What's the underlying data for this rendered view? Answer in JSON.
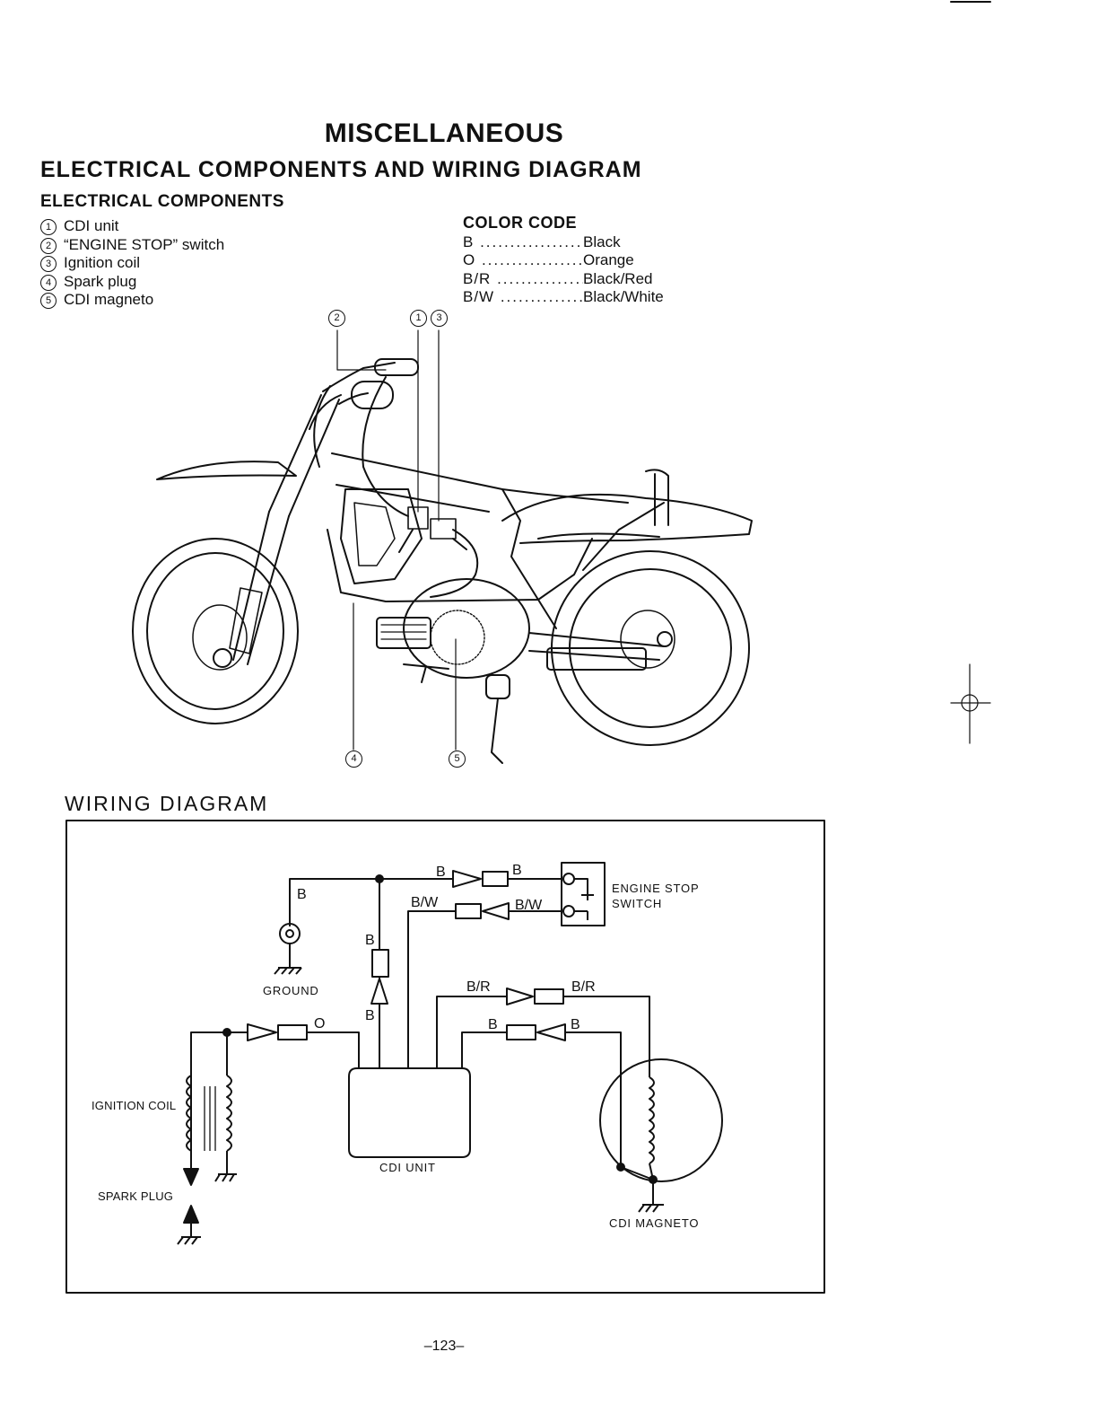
{
  "title": "MISCELLANEOUS",
  "section_title": "ELECTRICAL COMPONENTS AND WIRING DIAGRAM",
  "components": {
    "heading": "ELECTRICAL COMPONENTS",
    "items": [
      {
        "num": "1",
        "label": "CDI unit"
      },
      {
        "num": "2",
        "label": "“ENGINE STOP” switch"
      },
      {
        "num": "3",
        "label": "Ignition coil"
      },
      {
        "num": "4",
        "label": "Spark plug"
      },
      {
        "num": "5",
        "label": "CDI magneto"
      }
    ]
  },
  "color_code": {
    "heading": "COLOR CODE",
    "entries": [
      {
        "code": "B",
        "color": "Black"
      },
      {
        "code": "O",
        "color": "Orange"
      },
      {
        "code": "B/R",
        "color": "Black/Red"
      },
      {
        "code": "B/W",
        "color": "Black/White"
      }
    ]
  },
  "callouts": [
    "2",
    "1",
    "3",
    "4",
    "5"
  ],
  "wiring": {
    "heading": "WIRING DIAGRAM",
    "components": {
      "engine_stop_switch": [
        "ENGINE STOP",
        "SWITCH"
      ],
      "ground": "GROUND",
      "ignition_coil": "IGNITION COIL",
      "spark_plug": "SPARK PLUG",
      "cdi_unit": "CDI UNIT",
      "cdi_magneto": "CDI MAGNETO"
    },
    "wire_labels": {
      "top_b_left": "B",
      "top_b_right": "B",
      "ground_b": "B",
      "bw_left": "B/W",
      "bw_right": "B/W",
      "vertical_b_upper": "B",
      "vertical_b_lower": "B",
      "coil_o": "O",
      "br_left": "B/R",
      "br_right": "B/R",
      "mag_b_left": "B",
      "mag_b_right": "B"
    }
  },
  "page_number": "–123–"
}
